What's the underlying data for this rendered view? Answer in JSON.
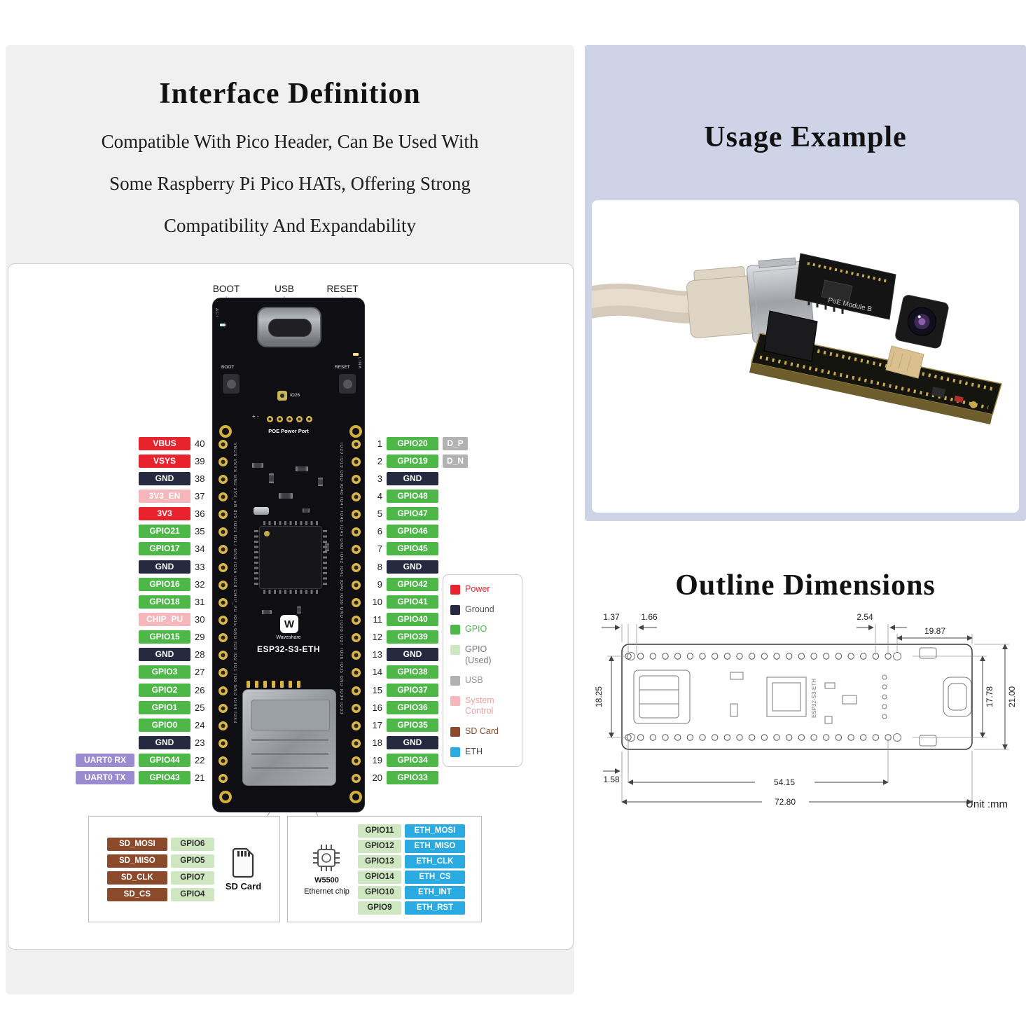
{
  "interface": {
    "title": "Interface Definition",
    "subtitle_lines": [
      "Compatible With Pico Header, Can Be Used With",
      "Some Raspberry Pi Pico HATs, Offering Strong",
      "Compatibility And Expandability"
    ]
  },
  "pinout": {
    "top_labels": {
      "boot": "BOOT",
      "usb": "USB",
      "reset": "RESET"
    }
  },
  "board": {
    "silk": {
      "act": "ACT",
      "link": "LINK",
      "boot": "BOOT",
      "reset": "RESET",
      "io26": "IO26",
      "poe_marks": "+ -",
      "poe": "POE Power Port",
      "logo": "W",
      "brand": "Waveshare",
      "model": "ESP32-S3-ETH"
    }
  },
  "pins": {
    "left": [
      {
        "name": "VBUS",
        "type": "power",
        "num": "40"
      },
      {
        "name": "VSYS",
        "type": "power",
        "num": "39"
      },
      {
        "name": "GND",
        "type": "ground",
        "num": "38"
      },
      {
        "name": "3V3_EN",
        "type": "system",
        "num": "37"
      },
      {
        "name": "3V3",
        "type": "power",
        "num": "36"
      },
      {
        "name": "GPIO21",
        "type": "gpio",
        "num": "35"
      },
      {
        "name": "GPIO17",
        "type": "gpio",
        "num": "34"
      },
      {
        "name": "GND",
        "type": "ground",
        "num": "33"
      },
      {
        "name": "GPIO16",
        "type": "gpio",
        "num": "32"
      },
      {
        "name": "GPIO18",
        "type": "gpio",
        "num": "31"
      },
      {
        "name": "CHIP_PU",
        "type": "system",
        "num": "30"
      },
      {
        "name": "GPIO15",
        "type": "gpio",
        "num": "29"
      },
      {
        "name": "GND",
        "type": "ground",
        "num": "28"
      },
      {
        "name": "GPIO3",
        "type": "gpio",
        "num": "27"
      },
      {
        "name": "GPIO2",
        "type": "gpio",
        "num": "26"
      },
      {
        "name": "GPIO1",
        "type": "gpio",
        "num": "25"
      },
      {
        "name": "GPIO0",
        "type": "gpio",
        "num": "24"
      },
      {
        "name": "GND",
        "type": "ground",
        "num": "23"
      },
      {
        "name": "GPIO44",
        "type": "gpio",
        "num": "22",
        "extra": "UART0 RX",
        "extra_type": "uart"
      },
      {
        "name": "GPIO43",
        "type": "gpio",
        "num": "21",
        "extra": "UART0 TX",
        "extra_type": "uart"
      }
    ],
    "right": [
      {
        "num": "1",
        "name": "GPIO20",
        "type": "gpio",
        "extra": "D_P",
        "extra_type": "usb"
      },
      {
        "num": "2",
        "name": "GPIO19",
        "type": "gpio",
        "extra": "D_N",
        "extra_type": "usb"
      },
      {
        "num": "3",
        "name": "GND",
        "type": "ground"
      },
      {
        "num": "4",
        "name": "GPIO48",
        "type": "gpio"
      },
      {
        "num": "5",
        "name": "GPIO47",
        "type": "gpio"
      },
      {
        "num": "6",
        "name": "GPIO46",
        "type": "gpio"
      },
      {
        "num": "7",
        "name": "GPIO45",
        "type": "gpio"
      },
      {
        "num": "8",
        "name": "GND",
        "type": "ground"
      },
      {
        "num": "9",
        "name": "GPIO42",
        "type": "gpio"
      },
      {
        "num": "10",
        "name": "GPIO41",
        "type": "gpio"
      },
      {
        "num": "11",
        "name": "GPIO40",
        "type": "gpio"
      },
      {
        "num": "12",
        "name": "GPIO39",
        "type": "gpio"
      },
      {
        "num": "13",
        "name": "GND",
        "type": "ground"
      },
      {
        "num": "14",
        "name": "GPIO38",
        "type": "gpio"
      },
      {
        "num": "15",
        "name": "GPIO37",
        "type": "gpio"
      },
      {
        "num": "16",
        "name": "GPIO36",
        "type": "gpio"
      },
      {
        "num": "17",
        "name": "GPIO35",
        "type": "gpio"
      },
      {
        "num": "18",
        "name": "GND",
        "type": "ground"
      },
      {
        "num": "19",
        "name": "GPIO34",
        "type": "gpio"
      },
      {
        "num": "20",
        "name": "GPIO33",
        "type": "gpio"
      }
    ]
  },
  "legend": {
    "items": [
      {
        "label": "Power",
        "color": "#e8232d",
        "text_color": "#e8232d"
      },
      {
        "label": "Ground",
        "color": "#252a41",
        "text_color": "#555555"
      },
      {
        "label": "GPIO",
        "color": "#4db748",
        "text_color": "#4db748"
      },
      {
        "label": "GPIO (Used)",
        "color": "#cfe7c0",
        "text_color": "#777777"
      },
      {
        "label": "USB",
        "color": "#b2b2b2",
        "text_color": "#999999"
      },
      {
        "label": "System Control",
        "color": "#f5b7bc",
        "text_color": "#f09fa6"
      },
      {
        "label": "SD Card",
        "color": "#8a4a2b",
        "text_color": "#8a4a2b"
      },
      {
        "label": "ETH",
        "color": "#29abe2",
        "text_color": "#444444"
      }
    ]
  },
  "sd_card": {
    "rows": [
      [
        "SD_MOSI",
        "GPIO6"
      ],
      [
        "SD_MISO",
        "GPIO5"
      ],
      [
        "SD_CLK",
        "GPIO7"
      ],
      [
        "SD_CS",
        "GPIO4"
      ]
    ],
    "label": "SD Card"
  },
  "ethernet": {
    "rows": [
      [
        "GPIO11",
        "ETH_MOSI"
      ],
      [
        "GPIO12",
        "ETH_MISO"
      ],
      [
        "GPIO13",
        "ETH_CLK"
      ],
      [
        "GPIO14",
        "ETH_CS"
      ],
      [
        "GPIO10",
        "ETH_INT"
      ],
      [
        "GPIO9",
        "ETH_RST"
      ]
    ],
    "chip_line1": "W5500",
    "chip_line2": "Ethernet chip"
  },
  "usage": {
    "title": "Usage Example",
    "module_label": "PoE Module B"
  },
  "dimensions": {
    "title": "Outline Dimensions",
    "unit": "Unit :mm",
    "values": {
      "edge_to_hole": "1.37",
      "hole_offset": "1.66",
      "pin_pitch": "2.54",
      "usb_section": "19.87",
      "mount_hole_span": "18.25",
      "pin_row_span": "17.78",
      "board_height": "21.00",
      "bottom_offset": "1.58",
      "pin_span": "54.15",
      "board_length": "72.80"
    }
  }
}
